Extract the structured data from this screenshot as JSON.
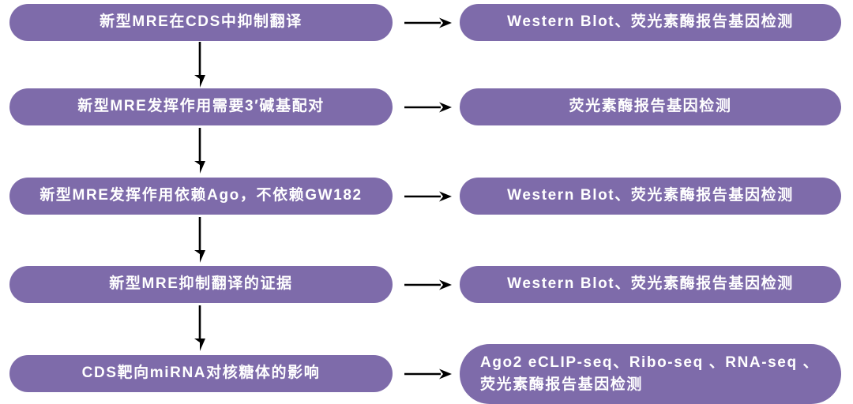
{
  "diagram": {
    "type": "flowchart",
    "title": "",
    "node_color": "#7e6baa",
    "text_color": "#ffffff",
    "arrow_color": "#000000",
    "background": "#ffffff",
    "rows": [
      {
        "topic": "新型MRE在CDS中抑制翻译",
        "method": "Western Blot、荧光素酶报告基因检测"
      },
      {
        "topic": "新型MRE发挥作用需要3′碱基配对",
        "method": "荧光素酶报告基因检测"
      },
      {
        "topic": "新型MRE发挥作用依赖Ago，不依赖GW182",
        "method": "Western Blot、荧光素酶报告基因检测"
      },
      {
        "topic": "新型MRE抑制翻译的证据",
        "method": "Western Blot、荧光素酶报告基因检测"
      },
      {
        "topic": "CDS靶向miRNA对核糖体的影响",
        "method": "Ago2 eCLIP-seq、Ribo-seq 、RNA-seq 、荧光素酶报告基因检测"
      }
    ],
    "connectors": {
      "horizontal_arrow": "arrow-right-icon",
      "vertical_arrow": "arrow-down-icon"
    }
  }
}
